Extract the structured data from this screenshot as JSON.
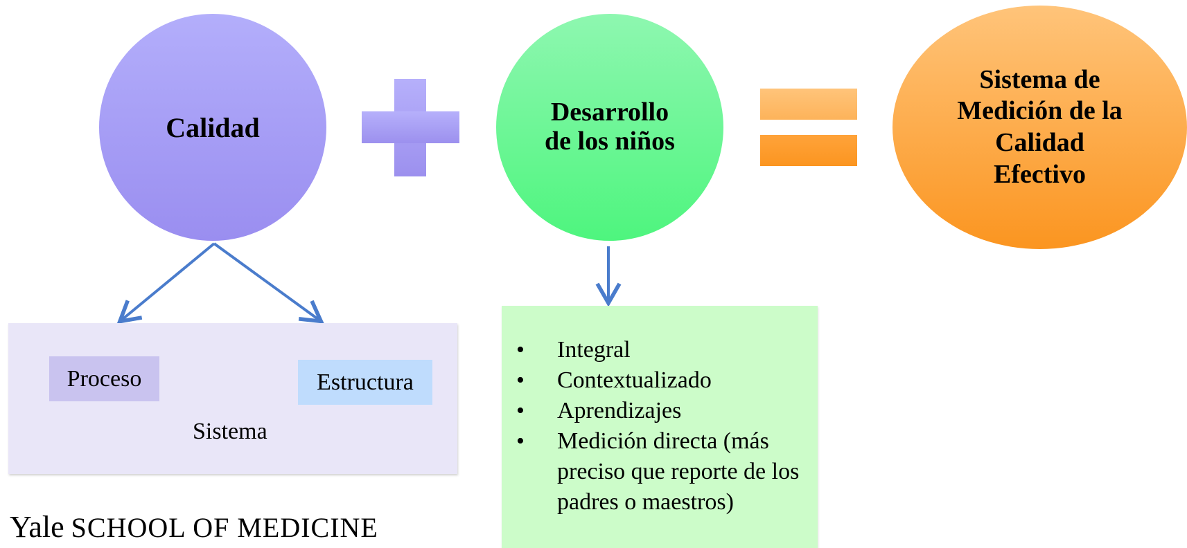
{
  "diagram": {
    "left_term": {
      "label": "Calidad",
      "color": "#9a8ef0"
    },
    "middle_term": {
      "label_line1": "Desarrollo",
      "label_line2": "de los niños",
      "color": "#4ef57e"
    },
    "result": {
      "label_line1": "Sistema de",
      "label_line2": "Medición de la",
      "label_line3": "Calidad",
      "label_line4": "Efectivo",
      "color": "#fb9520"
    },
    "operators": {
      "plus": "+",
      "equals": "="
    },
    "quality_breakdown": {
      "container_label": "Sistema",
      "items": [
        "Proceso",
        "Estructura"
      ]
    },
    "development_features": {
      "items": [
        "Integral",
        "Contextualizado",
        "Aprendizajes",
        "Medición directa (más preciso que reporte de los padres o maestros)"
      ]
    },
    "arrow_color": "#4a7ccc"
  },
  "footer": {
    "logo_main": "Yale",
    "logo_sub": "SCHOOL OF MEDICINE"
  }
}
